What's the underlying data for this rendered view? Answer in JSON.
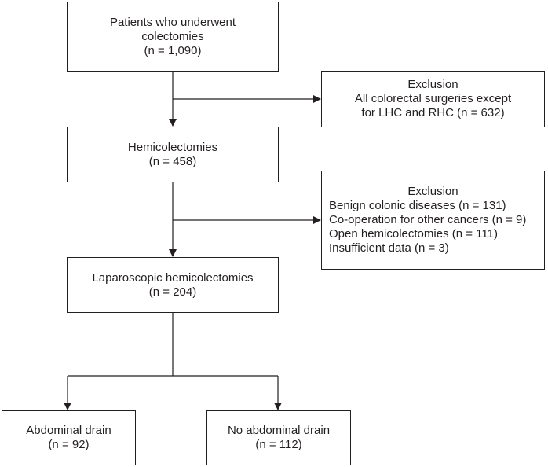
{
  "diagram": {
    "patients_box": {
      "title_lines": [
        "Patients who underwent",
        "colectomies"
      ],
      "count": "(n = 1,090)"
    },
    "exclusion1_box": {
      "heading": "Exclusion",
      "lines": [
        "All colorectal surgeries except",
        "for LHC and RHC (n = 632)"
      ]
    },
    "hemicolectomies_box": {
      "title": "Hemicolectomies",
      "count": "(n = 458)"
    },
    "exclusion2_box": {
      "heading": "Exclusion",
      "items": [
        "Benign colonic diseases (n = 131)",
        "Co-operation for other cancers (n = 9)",
        "Open hemicolectomies (n = 111)",
        "Insufficient data (n = 3)"
      ]
    },
    "laparoscopic_box": {
      "title": "Laparoscopic hemicolectomies",
      "count": "(n = 204)"
    },
    "drain_box": {
      "title": "Abdominal drain",
      "count": "(n = 92)"
    },
    "no_drain_box": {
      "title": "No abdominal drain",
      "count": "(n = 112)"
    }
  }
}
